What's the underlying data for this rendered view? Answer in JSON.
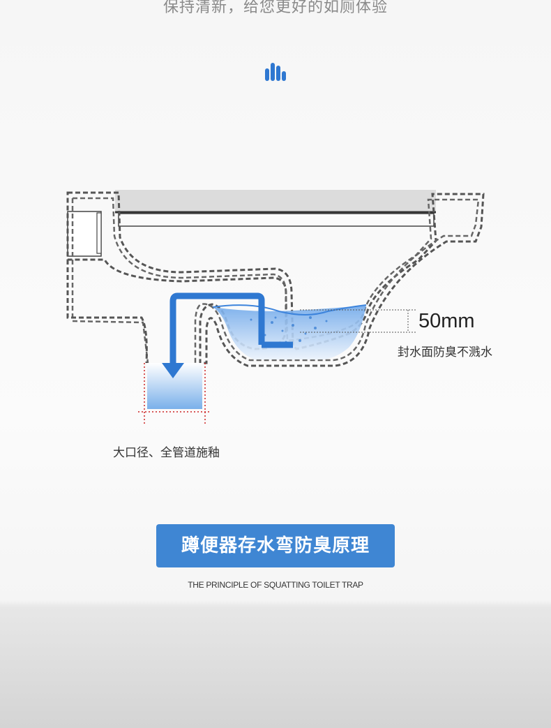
{
  "header": {
    "subtitle": "保持清新，给您更好的如厕体验"
  },
  "diagram": {
    "seal_height": "50mm",
    "seal_caption": "封水面防臭不溅水",
    "pipe_caption": "大口径、全管道施釉"
  },
  "footer": {
    "title": "蹲便器存水弯防臭原理",
    "title_en": "THE PRINCIPLE OF SQUATTING TOILET TRAP"
  },
  "colors": {
    "accent": "#3f86d3",
    "arrow": "#2f78d1",
    "outline": "#555555"
  }
}
